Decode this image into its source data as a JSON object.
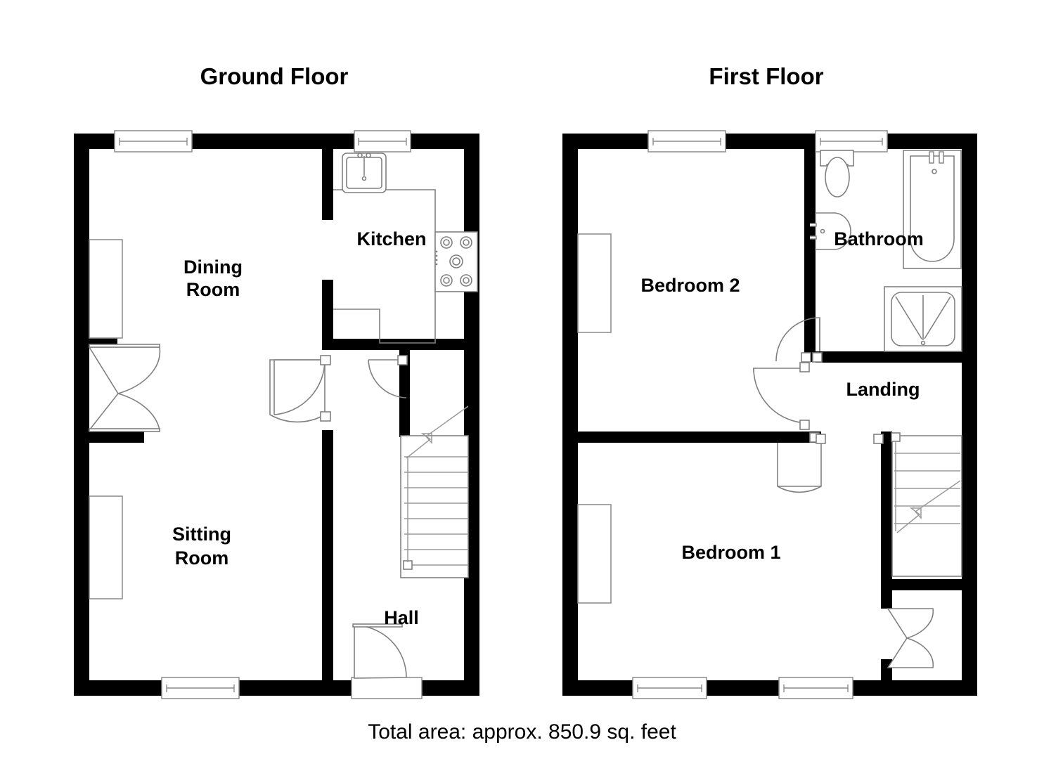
{
  "document": {
    "type": "floor-plan",
    "total_area_text": "Total area: approx. 850.9 sq. feet",
    "background_color": "#ffffff",
    "line_color": "#000000",
    "fixture_color": "#808080"
  },
  "floors": [
    {
      "id": "ground",
      "title": "Ground Floor",
      "rooms": [
        {
          "id": "dining-room",
          "label": "Dining Room",
          "label_lines": [
            "Dining",
            "Room"
          ]
        },
        {
          "id": "kitchen",
          "label": "Kitchen",
          "label_lines": [
            "Kitchen"
          ]
        },
        {
          "id": "sitting-room",
          "label": "Sitting Room",
          "label_lines": [
            "Sitting",
            "Room"
          ]
        },
        {
          "id": "hall",
          "label": "Hall",
          "label_lines": [
            "Hall"
          ]
        }
      ],
      "fixtures": [
        "kitchen-sink",
        "kitchen-hob",
        "kitchen-worktop",
        "staircase-up",
        "radiator-dining",
        "radiator-sitting"
      ],
      "openings": [
        "window-dining-front",
        "window-kitchen-front",
        "french-doors-dining",
        "window-sitting-rear",
        "front-door-hall",
        "door-dining-hall",
        "door-kitchen-hall"
      ]
    },
    {
      "id": "first",
      "title": "First Floor",
      "rooms": [
        {
          "id": "bedroom-2",
          "label": "Bedroom 2",
          "label_lines": [
            "Bedroom 2"
          ]
        },
        {
          "id": "bathroom",
          "label": "Bathroom",
          "label_lines": [
            "Bathroom"
          ]
        },
        {
          "id": "landing",
          "label": "Landing",
          "label_lines": [
            "Landing"
          ]
        },
        {
          "id": "bedroom-1",
          "label": "Bedroom 1",
          "label_lines": [
            "Bedroom 1"
          ]
        }
      ],
      "fixtures": [
        "wc-toilet",
        "wash-basin",
        "bath-tub",
        "shower-tray",
        "staircase-down",
        "radiator-bedroom-2",
        "radiator-bedroom-1"
      ],
      "openings": [
        "window-bedroom2-front",
        "window-bathroom-front",
        "window-bedroom1-rear-left",
        "window-bedroom1-rear-right",
        "door-bathroom",
        "door-bedroom-2",
        "door-bedroom-1",
        "cupboard-doors"
      ]
    }
  ],
  "labels": {
    "ground_title": "Ground Floor",
    "first_title": "First Floor",
    "dining_line1": "Dining",
    "dining_line2": "Room",
    "kitchen": "Kitchen",
    "sitting_line1": "Sitting",
    "sitting_line2": "Room",
    "hall": "Hall",
    "bedroom2": "Bedroom 2",
    "bathroom": "Bathroom",
    "landing": "Landing",
    "bedroom1": "Bedroom 1",
    "total_area": "Total area: approx. 850.9 sq. feet"
  }
}
